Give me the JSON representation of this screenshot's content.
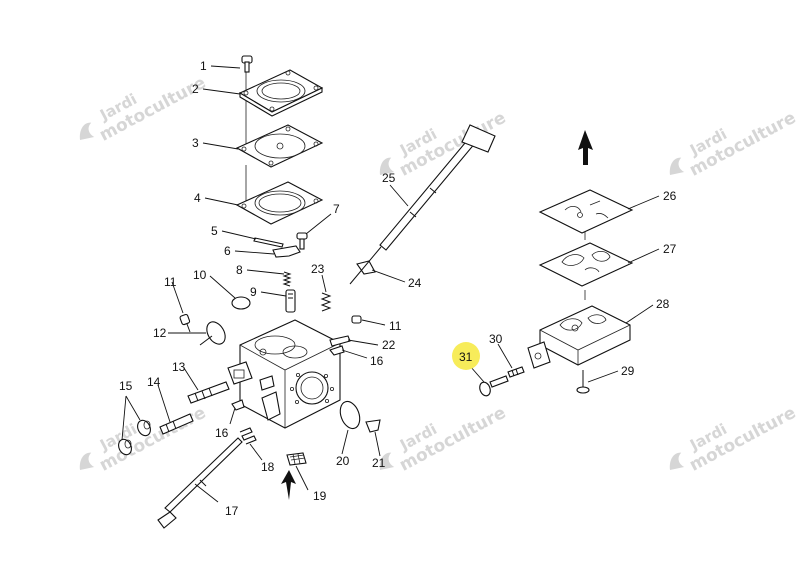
{
  "watermark": {
    "line1": "Jardi",
    "line2": "motoculture"
  },
  "highlight_color": "#f7ec5a",
  "part_labels": [
    "1",
    "2",
    "3",
    "4",
    "5",
    "6",
    "7",
    "8",
    "9",
    "10",
    "11",
    "11",
    "12",
    "13",
    "14",
    "15",
    "16",
    "16",
    "17",
    "18",
    "19",
    "20",
    "21",
    "22",
    "23",
    "24",
    "25",
    "26",
    "27",
    "28",
    "29",
    "30",
    "31"
  ],
  "highlighted_part": "31"
}
